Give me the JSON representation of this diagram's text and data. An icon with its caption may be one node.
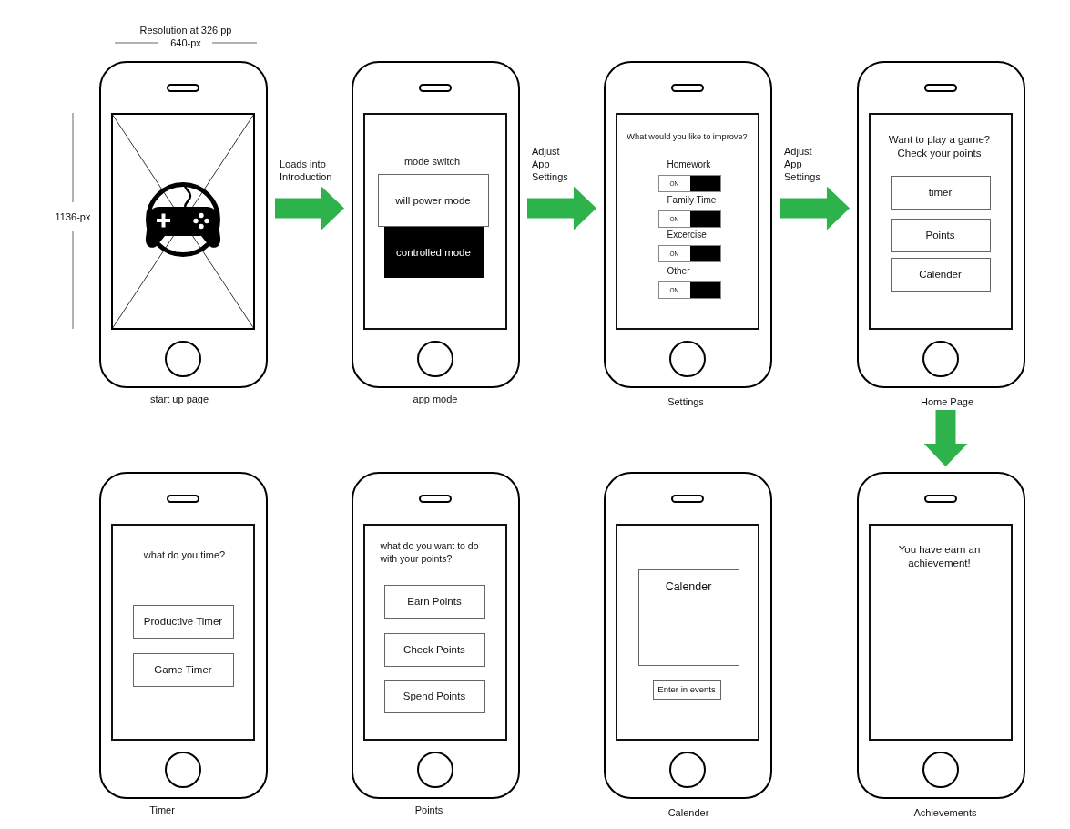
{
  "diagram": {
    "nodes": [
      {
        "text": [],
        "shape": "phone",
        "beside": [
          "start up page"
        ]
      },
      {
        "text": [
          "mode switch"
        ],
        "beside": [
          "app mode"
        ]
      },
      {
        "text": [
          "will power mode"
        ],
        "in": 1
      },
      {
        "text": [
          "controlled mode"
        ],
        "in": 1
      },
      {
        "text": [
          "What would you like to improve?"
        ],
        "beside": [
          "Settings"
        ]
      },
      {
        "text": [
          "ON"
        ],
        "in": 4,
        "beside": [
          "Homework"
        ]
      },
      {
        "text": [
          "ON"
        ],
        "in": 4,
        "beside": [
          "Family Time"
        ]
      },
      {
        "text": [
          "ON"
        ],
        "in": 4,
        "beside": [
          "Excercise"
        ]
      },
      {
        "text": [
          "ON"
        ],
        "in": 4,
        "beside": [
          "Other"
        ]
      },
      {
        "text": [
          "Want to play a game? Check your points"
        ],
        "beside": [
          "Home Page"
        ]
      },
      {
        "text": [
          "timer"
        ],
        "in": 9
      },
      {
        "text": [
          "Points"
        ],
        "in": 9
      },
      {
        "text": [
          "Calender"
        ],
        "in": 9
      },
      {
        "text": [
          "what do you time?"
        ],
        "beside": [
          "Timer"
        ]
      },
      {
        "text": [
          "Productive Timer"
        ],
        "in": 13
      },
      {
        "text": [
          "Game Timer"
        ],
        "in": 13
      },
      {
        "text": [
          "what do you want to do with your points?"
        ],
        "beside": [
          "Points"
        ]
      },
      {
        "text": [
          "Earn Points"
        ],
        "in": 16
      },
      {
        "text": [
          "Check Points"
        ],
        "in": 16
      },
      {
        "text": [
          "Spend Points"
        ],
        "in": 16
      },
      {
        "text": [],
        "shape": "phone",
        "beside": [
          "Calender"
        ]
      },
      {
        "text": [
          "Calender"
        ],
        "in": 20
      },
      {
        "text": [
          "Enter in events"
        ],
        "in": 20
      },
      {
        "text": [
          "You have earn an achievement!"
        ],
        "beside": [
          "Achievements"
        ]
      }
    ],
    "edges": [
      {
        "from": 0,
        "to": 1,
        "arrow": "to",
        "label": "Loads into Introduction"
      },
      {
        "from": 1,
        "to": 4,
        "arrow": "to",
        "label": "Adjust App Settings"
      },
      {
        "from": 4,
        "to": 9,
        "arrow": "to",
        "label": "Adjust App Settings"
      },
      {
        "from": 9,
        "to": 23,
        "arrow": "to"
      }
    ],
    "labels": [
      "Resolution at 326 pp",
      "640-px",
      "1136-px"
    ]
  }
}
